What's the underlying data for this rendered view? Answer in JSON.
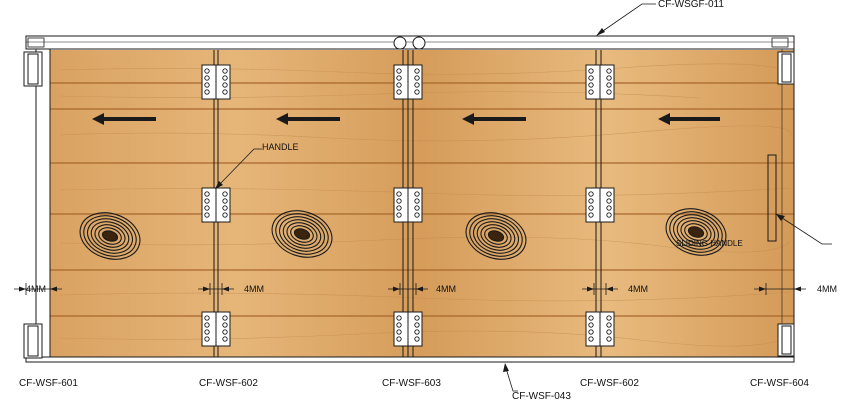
{
  "labels": {
    "top_frame": "CF-WSGF-011",
    "bottom_track": "CF-WSF-043",
    "handle": "HANDLE",
    "sliding_handle": "SLIDING HANDLE",
    "gap": "4MM",
    "panel_1": "CF-WSF-601",
    "panel_2": "CF-WSF-602",
    "panel_3": "CF-WSF-603",
    "panel_4": "CF-WSF-602",
    "panel_5": "CF-WSF-604"
  },
  "colors": {
    "wood_light": "#e4b374",
    "wood_mid": "#d49c59",
    "wood_dark": "#b9783a",
    "line": "#1a1a1a"
  },
  "icons": [
    "arrow-left-icon",
    "hinge-icon",
    "knot-icon",
    "dimension-arrow-icon",
    "leader-line-icon"
  ]
}
